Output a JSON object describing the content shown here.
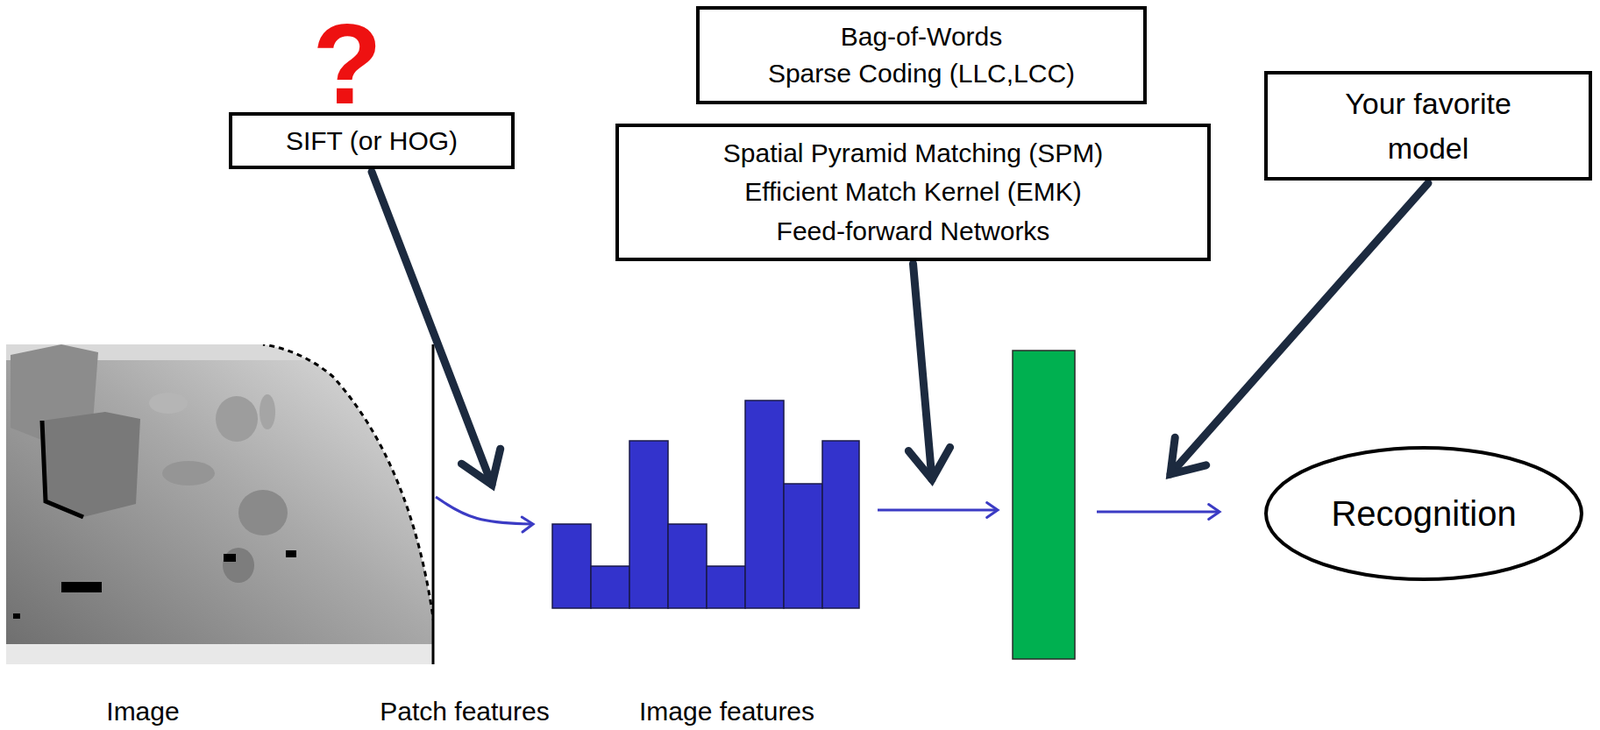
{
  "diagram": {
    "nodes": [
      {
        "text": [
          "Bag-of-Words Sparse Coding (LLC,LCC)"
        ]
      },
      {
        "text": [
          "SIFT (or HOG)"
        ]
      },
      {
        "text": [
          "Spatial Pyramid Matching (SPM) Efficient Match Kernel (EMK) Feed-forward Networks"
        ]
      },
      {
        "text": [
          "Your favorite model"
        ]
      },
      {
        "text": [
          "Recognition"
        ]
      }
    ],
    "labels": [
      "?",
      "Image",
      "Patch features",
      "Image features"
    ]
  }
}
